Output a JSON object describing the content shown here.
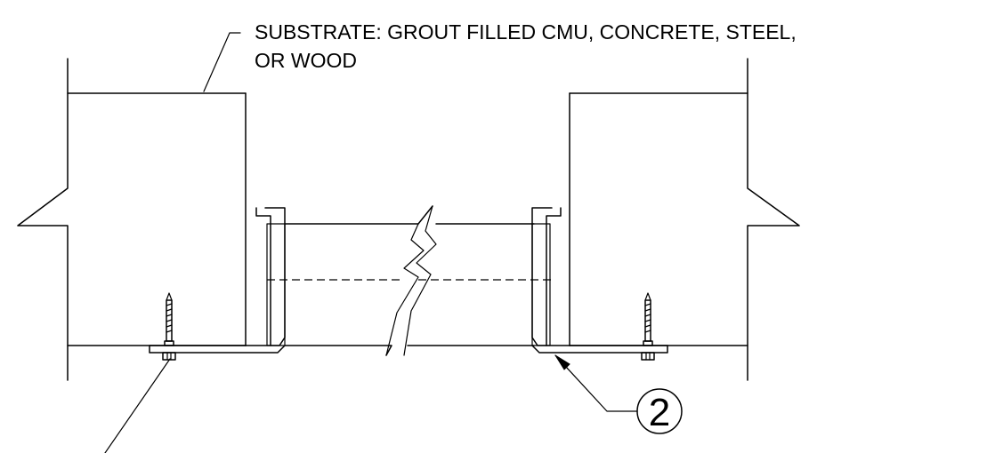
{
  "notes": {
    "substrate_line1": "SUBSTRATE: GROUT FILLED CMU, CONCRETE, STEEL,",
    "substrate_line2": "OR WOOD"
  },
  "keynote": {
    "number": "2"
  }
}
